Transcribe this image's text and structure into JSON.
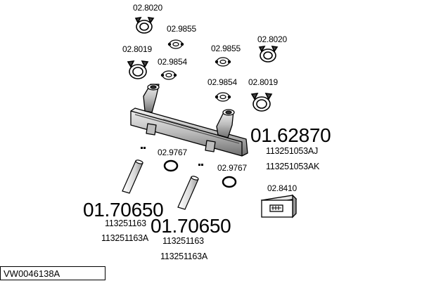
{
  "part_labels": {
    "clamp_top": "02.8020",
    "gasket_top": "02.9855",
    "clamp_top_right": "02.8020",
    "clamp_left": "02.8019",
    "gasket_left": "02.9854",
    "gasket_mid": "02.9855",
    "gasket_right": "02.9854",
    "clamp_right": "02.8019",
    "ring_left": "02.9767",
    "ring_right": "02.9767",
    "kit_box": "02.8410"
  },
  "main_parts": {
    "manifold": {
      "number": "01.62870",
      "refs": [
        "113251053AJ",
        "113251053AK"
      ]
    },
    "pipe_left": {
      "number": "01.70650",
      "refs": [
        "113251163",
        "113251163A"
      ]
    },
    "pipe_right": {
      "number": "01.70650",
      "refs": [
        "113251163",
        "113251163A"
      ]
    }
  },
  "diagram_id": "VW0046138A"
}
